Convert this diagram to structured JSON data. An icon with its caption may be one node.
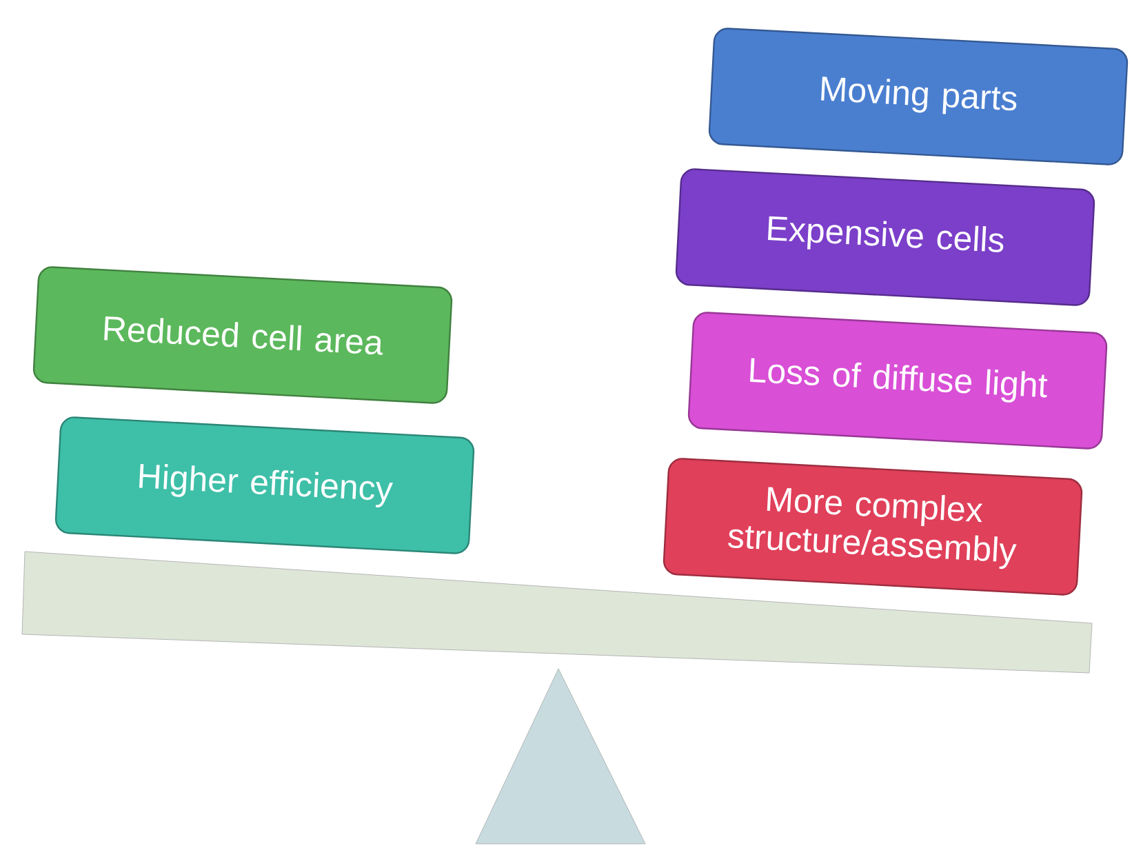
{
  "diagram": {
    "nodes": [
      {
        "text": [
          "Reduced cell area"
        ]
      },
      {
        "text": [
          "Higher efficiency"
        ]
      },
      {
        "text": [
          "Moving parts"
        ]
      },
      {
        "text": [
          "Expensive cells"
        ]
      },
      {
        "text": [
          "Loss of diffuse light"
        ]
      },
      {
        "text": [
          "More complex structure/assembly"
        ]
      }
    ]
  }
}
